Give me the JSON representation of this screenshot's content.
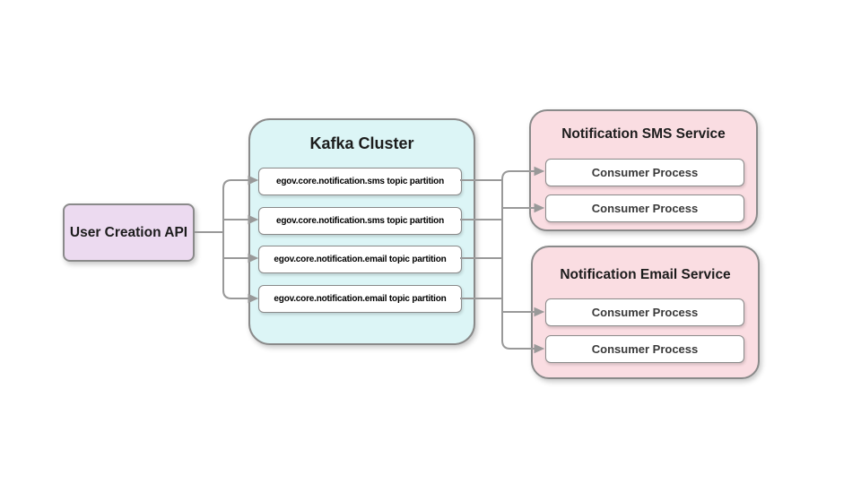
{
  "diagram": {
    "user_api": {
      "label": "User Creation API"
    },
    "kafka_cluster": {
      "title": "Kafka Cluster",
      "partitions": [
        {
          "label": "egov.core.notification.sms topic partition"
        },
        {
          "label": "egov.core.notification.sms topic partition"
        },
        {
          "label": "egov.core.notification.email topic partition"
        },
        {
          "label": "egov.core.notification.email topic partition"
        }
      ]
    },
    "sms_service": {
      "title": "Notification SMS Service",
      "consumers": [
        {
          "label": "Consumer Process"
        },
        {
          "label": "Consumer Process"
        }
      ]
    },
    "email_service": {
      "title": "Notification Email Service",
      "consumers": [
        {
          "label": "Consumer Process"
        },
        {
          "label": "Consumer Process"
        }
      ]
    }
  },
  "colors": {
    "api-fill": "#ecdaf0",
    "cluster-fill": "#dcf5f6",
    "service-fill": "#fadde2",
    "node-fill": "#ffffff",
    "border": "#8a8a8a",
    "connector": "#999999",
    "title-text": "#1c1c1c",
    "node-text": "#000000",
    "consumer-text": "#3a3a3a"
  }
}
